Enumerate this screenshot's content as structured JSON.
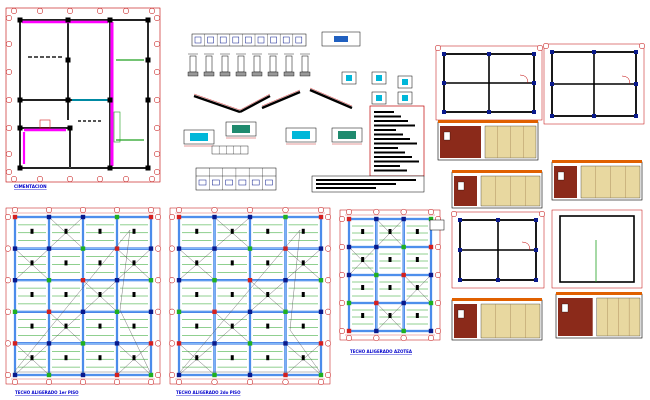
{
  "sheet": {
    "background": "#ffffff",
    "colors": {
      "axis_bubble": "#c00000",
      "frame": "#c00000",
      "column": "#0a1a8c",
      "beam": "#1f66e0",
      "joist": "#20a020",
      "wall_line": "#000000",
      "brick": "#8b2a1a",
      "tile": "#e8d8a0",
      "highlight": "#ff00ff",
      "cyan": "#00b7d9",
      "title": "#0000cc"
    },
    "titles": {
      "foundation": "CIMENTACION",
      "slab_1": "TECHO ALIGERADO 1er PISO",
      "slab_2": "TECHO ALIGERADO 2do PISO",
      "slab_roof": "TECHO ALIGERADO AZOTEA"
    }
  }
}
